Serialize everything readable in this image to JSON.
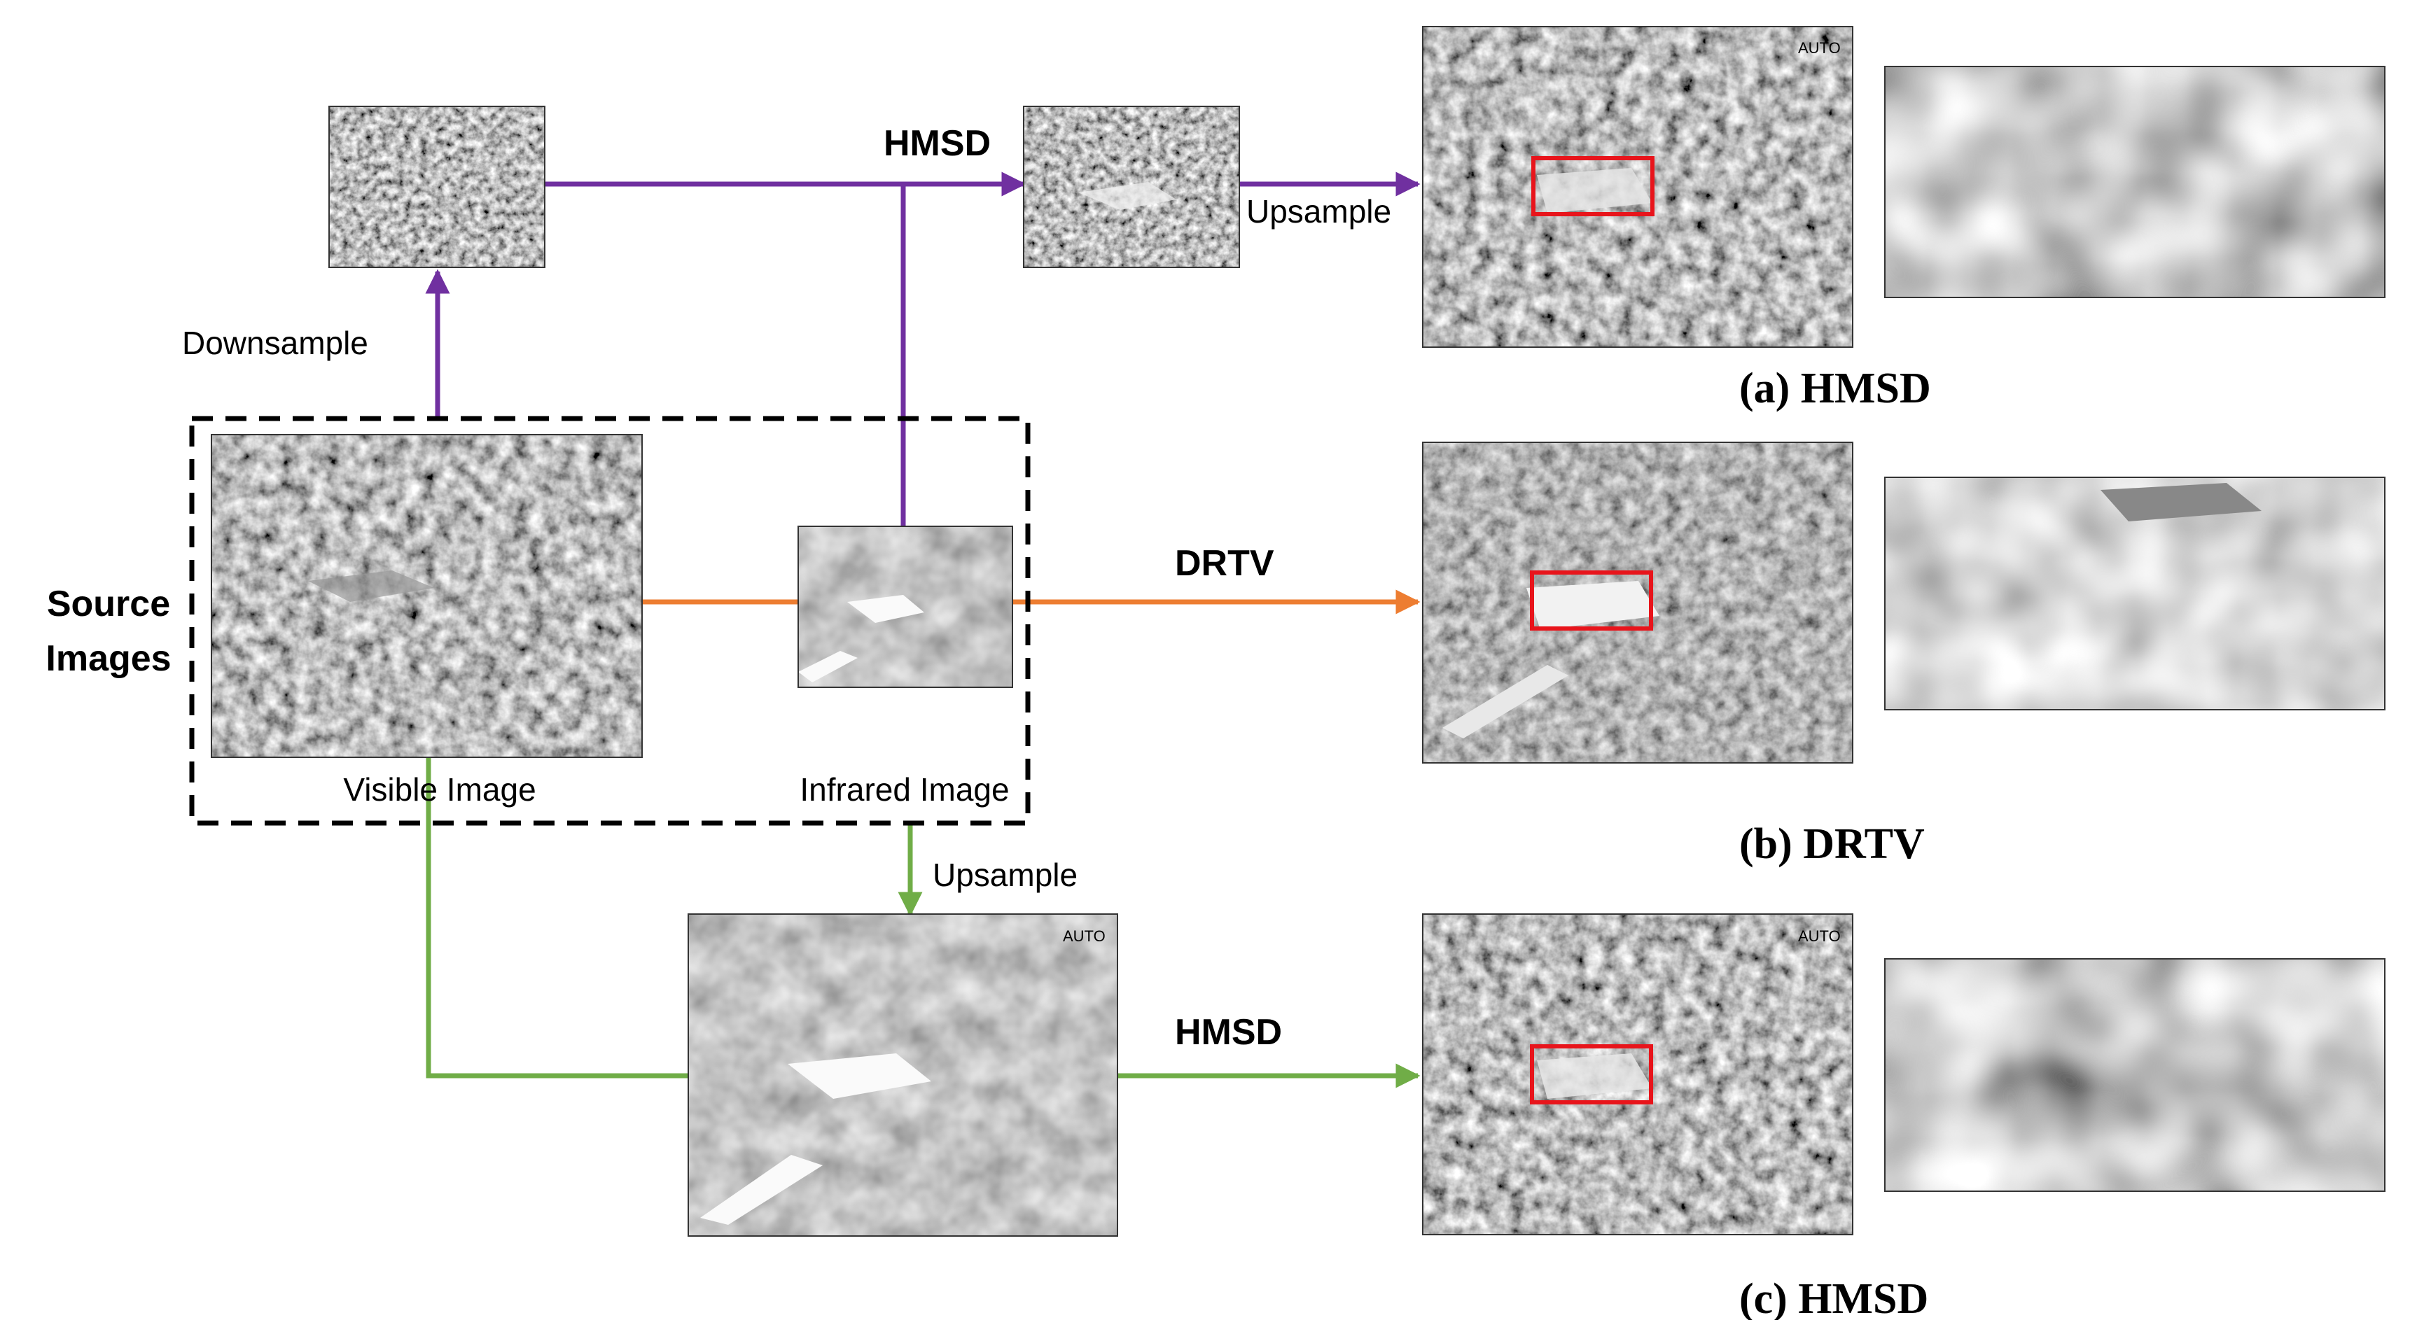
{
  "colors": {
    "purple": "#7030a0",
    "orange": "#ed7d31",
    "green": "#70ad47",
    "highlight_box": "#e8141b",
    "dashed_border": "#000000"
  },
  "labels": {
    "downsample": "Downsample",
    "hmsd_top": "HMSD",
    "upsample_top": "Upsample",
    "source_images": [
      "Source",
      "Images"
    ],
    "visible_image": "Visible Image",
    "infrared_image": "Infrared Image",
    "drtv": "DRTV",
    "upsample_bottom": "Upsample",
    "hmsd_bottom": "HMSD"
  },
  "camera_overlay": "AUTO",
  "captions": {
    "a": "(a) HMSD",
    "b": "(b) DRTV",
    "c": "(c) HMSD"
  }
}
